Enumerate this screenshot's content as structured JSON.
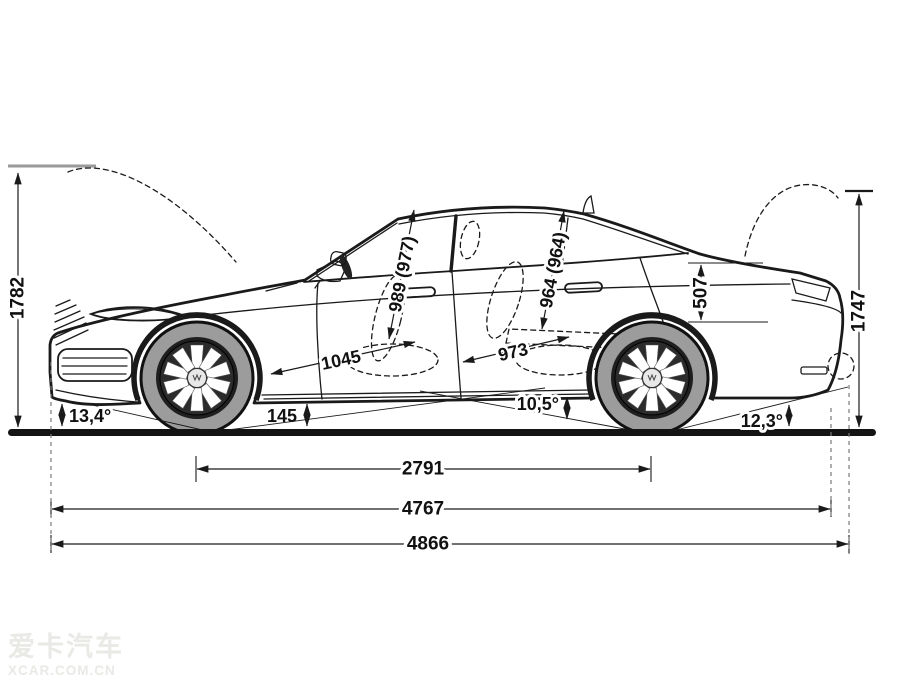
{
  "diagram": {
    "title": "sedan-side-view-dimension-blueprint",
    "units": "mm",
    "dims": {
      "overall_height": "1782",
      "rear_open_height": "1747",
      "wheelbase": "2791",
      "length_body": "4767",
      "length_overall": "4866",
      "approach_angle": "13,4°",
      "ground_clearance": "145",
      "ramp_angle": "10,5°",
      "departure_angle": "12,3°",
      "headroom_front": "989 (977)",
      "headroom_rear": "964 (964)",
      "load_sill_height": "507",
      "legroom_front": "1045",
      "legroom_rear": "973"
    },
    "colors": {
      "line": "#1a1a1a",
      "tire": "#9c9c9c",
      "rim_dark": "#1f1f1f",
      "ground": "#141414",
      "watermark": "#e9e9e6"
    },
    "watermark": {
      "line1": "爱卡汽车",
      "line2": "XCAR.COM.CN"
    }
  }
}
